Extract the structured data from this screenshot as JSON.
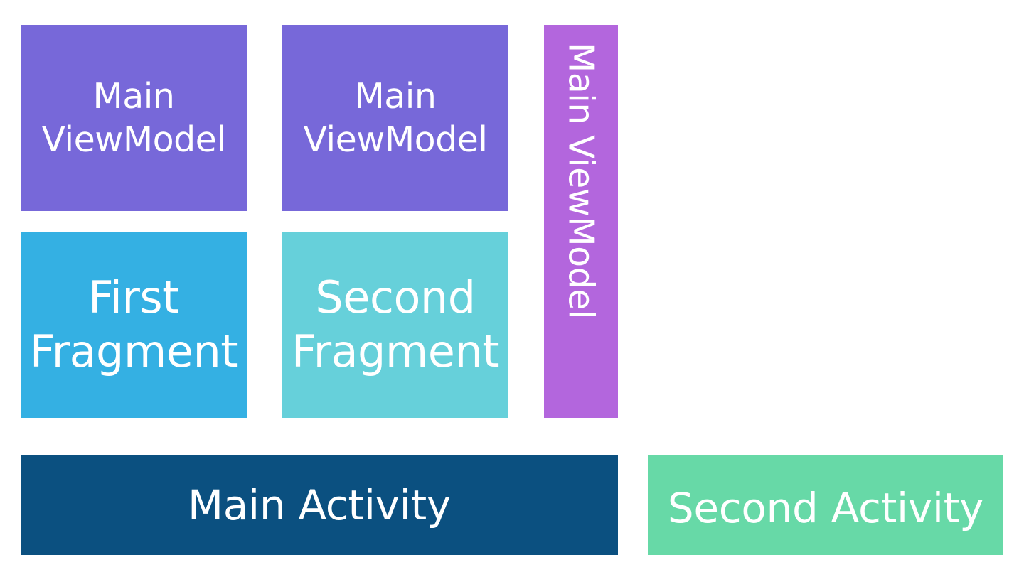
{
  "diagram": {
    "main_viewmodel_first_fragment": {
      "line1": "Main",
      "line2": "ViewModel",
      "color": "#7768D9"
    },
    "main_viewmodel_second_fragment": {
      "line1": "Main",
      "line2": "ViewModel",
      "color": "#7768D9"
    },
    "first_fragment": {
      "line1": "First",
      "line2": "Fragment",
      "color": "#34B0E3"
    },
    "second_fragment": {
      "line1": "Second",
      "line2": "Fragment",
      "color": "#66D0DA"
    },
    "shared_viewmodel": {
      "label": "Main ViewModel",
      "color": "#B366DD"
    },
    "main_activity": {
      "label": "Main Activity",
      "color": "#0B5080"
    },
    "second_activity": {
      "label": "Second Activity",
      "color": "#67D9A7"
    }
  }
}
